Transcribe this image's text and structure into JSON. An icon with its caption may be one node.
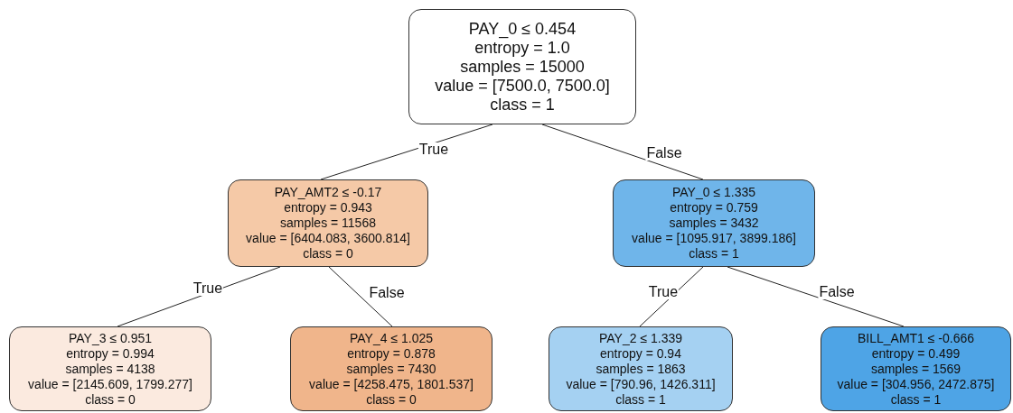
{
  "diagram": {
    "nodes": [
      {
        "text": [
          "PAY_0 ≤ 0.454",
          "entropy = 1.0",
          "samples = 15000",
          "value = [7500.0, 7500.0]",
          "class = 1"
        ]
      },
      {
        "text": [
          "PAY_AMT2 ≤ -0.17",
          "entropy = 0.943",
          "samples = 11568",
          "value = [6404.083, 3600.814]",
          "class = 0"
        ]
      },
      {
        "text": [
          "PAY_0 ≤ 1.335",
          "entropy = 0.759",
          "samples = 3432",
          "value = [1095.917, 3899.186]",
          "class = 1"
        ]
      },
      {
        "text": [
          "PAY_3 ≤ 0.951",
          "entropy = 0.994",
          "samples = 4138",
          "value = [2145.609, 1799.277]",
          "class = 0"
        ]
      },
      {
        "text": [
          "PAY_4 ≤ 1.025",
          "entropy = 0.878",
          "samples = 7430",
          "value = [4258.475, 1801.537]",
          "class = 0"
        ]
      },
      {
        "text": [
          "PAY_2 ≤ 1.339",
          "entropy = 0.94",
          "samples = 1863",
          "value = [790.96, 1426.311]",
          "class = 1"
        ]
      },
      {
        "text": [
          "BILL_AMT1 ≤ -0.666",
          "entropy = 0.499",
          "samples = 1569",
          "value = [304.956, 2472.875]",
          "class = 1"
        ]
      }
    ],
    "edges": [
      {
        "from": 0,
        "to": 1,
        "arrow": "none",
        "label": "True"
      },
      {
        "from": 0,
        "to": 2,
        "arrow": "none",
        "label": "False"
      },
      {
        "from": 1,
        "to": 3,
        "arrow": "none",
        "label": "True"
      },
      {
        "from": 1,
        "to": 4,
        "arrow": "none",
        "label": "False"
      },
      {
        "from": 2,
        "to": 5,
        "arrow": "none",
        "label": "True"
      },
      {
        "from": 2,
        "to": 6,
        "arrow": "none",
        "label": "False"
      }
    ]
  }
}
